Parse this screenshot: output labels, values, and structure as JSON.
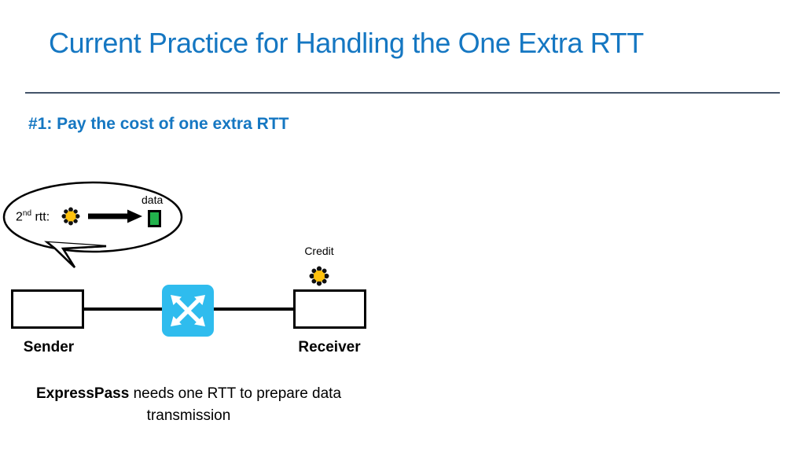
{
  "slide": {
    "title": "Current Practice for Handling the One Extra RTT",
    "subtitle": "#1: Pay the cost of one extra RTT",
    "title_color": "#1577C2",
    "rule_color": "#44546A"
  },
  "bubble": {
    "rtt_text_main": "2",
    "rtt_text_sup": "nd",
    "rtt_text_rest": " rtt:",
    "token_icon": "credit-token-icon",
    "arrow_icon": "right-arrow-icon",
    "data_label": "data",
    "packet_color": "#22B24C"
  },
  "topology": {
    "sender_label": "Sender",
    "receiver_label": "Receiver",
    "switch_icon": "network-switch-icon",
    "switch_color": "#2FBCEE",
    "credit_label": "Credit",
    "credit_icon": "credit-token-icon"
  },
  "caption": {
    "bold_lead": "ExpressPass",
    "rest": " needs one RTT to prepare data transmission"
  }
}
